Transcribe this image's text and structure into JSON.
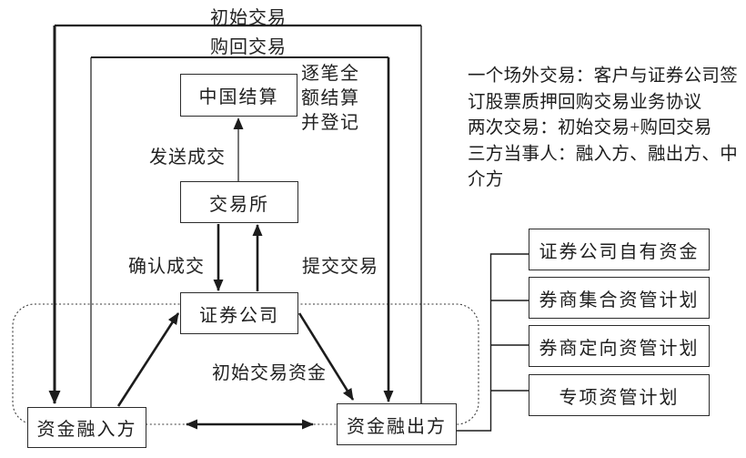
{
  "colors": {
    "background": "#ffffff",
    "line": "#1c1c1c",
    "text": "#1f1f1f"
  },
  "diagram": {
    "flow_labels": {
      "initial_trade": "初始交易",
      "repurchase_trade": "购回交易"
    },
    "nodes": {
      "china_clearing": "中国结算",
      "exchange": "交易所",
      "securities_company": "证券公司",
      "fund_borrower": "资金融入方",
      "fund_lender": "资金融出方"
    },
    "edge_labels": {
      "per_trade_settlement": "逐笔全额结算并登记",
      "send_execution": "发送成交",
      "confirm_execution": "确认成交",
      "submit_trade": "提交交易",
      "initial_trade_funds": "初始交易资金"
    },
    "funding_sources": [
      "证券公司自有资金",
      "券商集合资管计划",
      "券商定向资管计划",
      "专项资管计划"
    ],
    "notes": [
      "一个场外交易：客户与证券公司签订股票质押回购交易业务协议",
      "两次交易：初始交易+购回交易",
      "三方当事人：融入方、融出方、中介方"
    ]
  }
}
